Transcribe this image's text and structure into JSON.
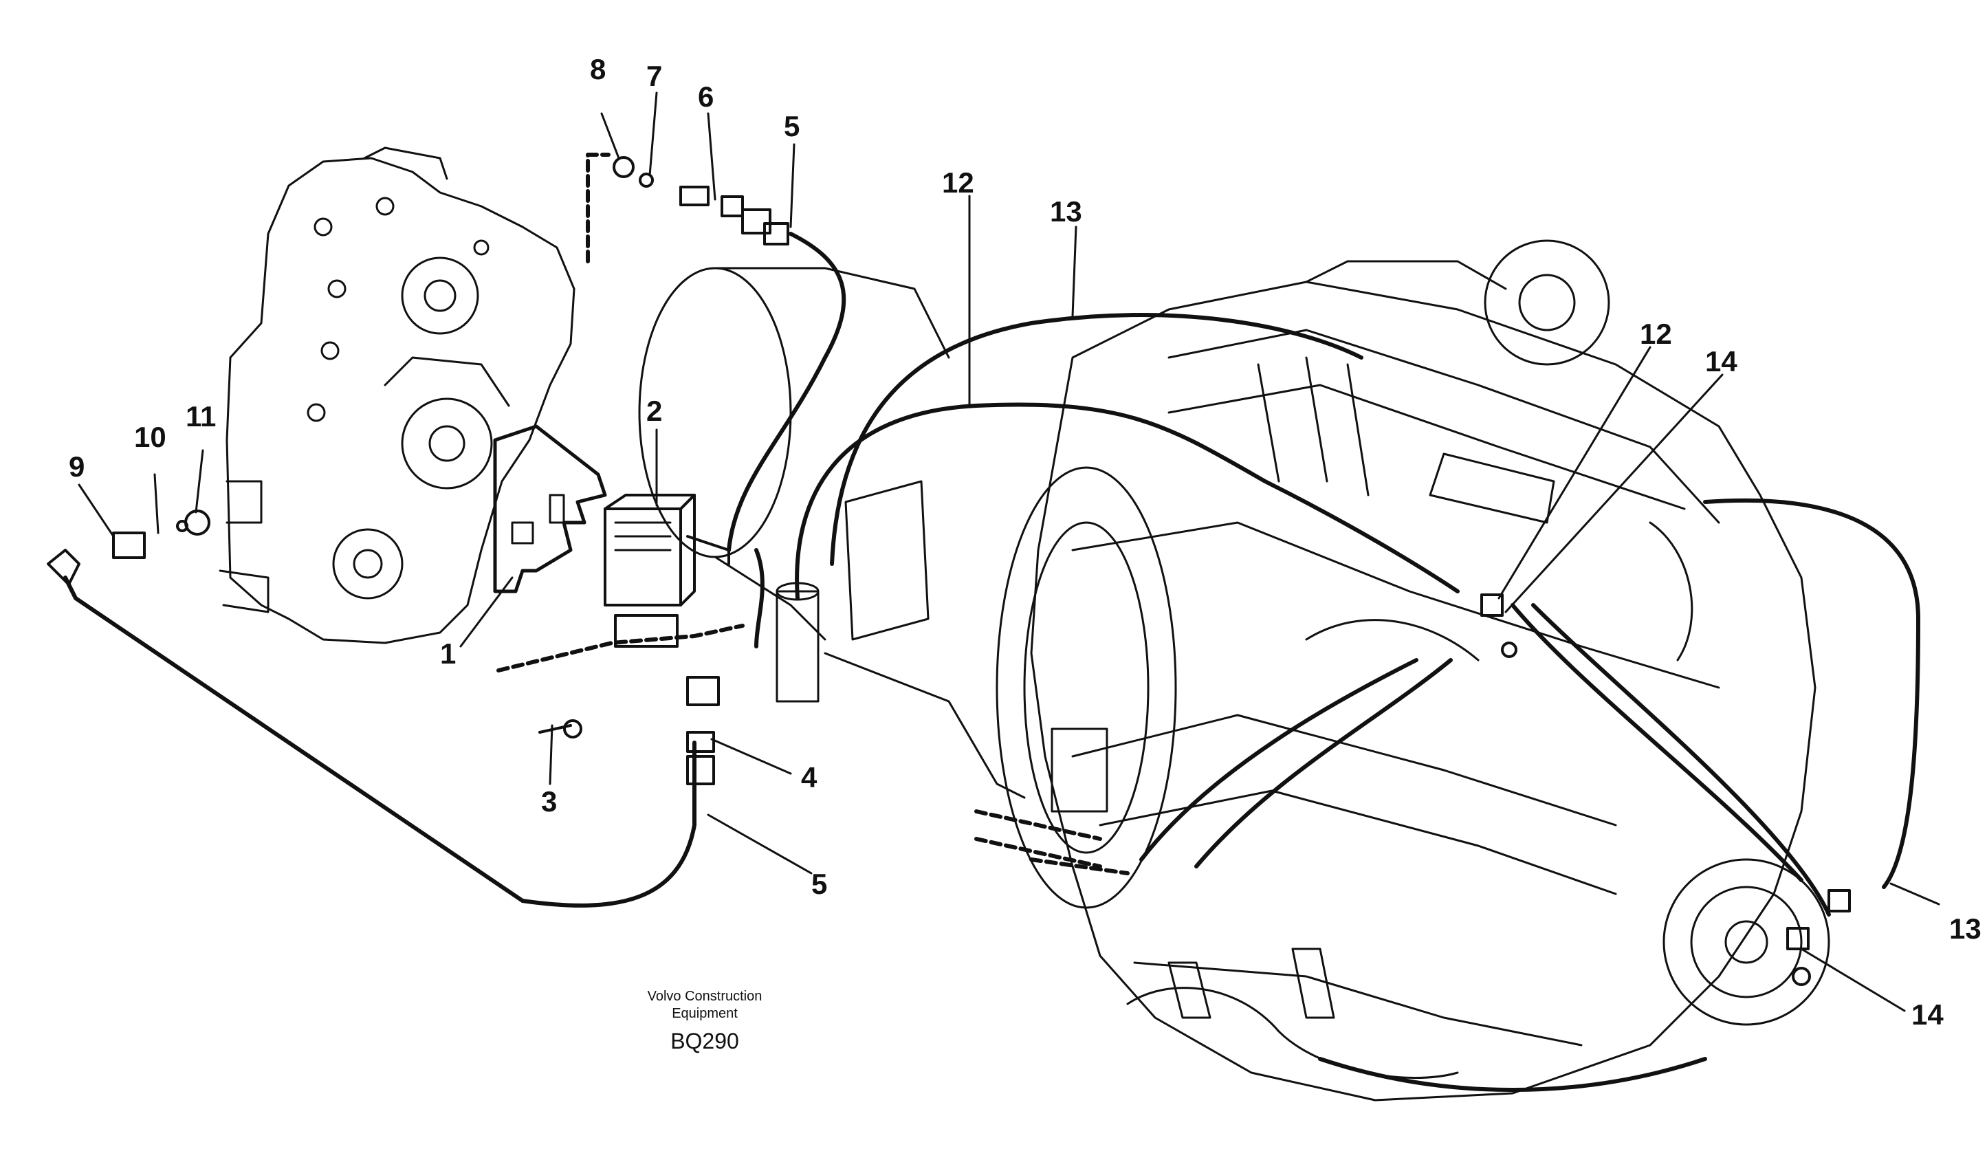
{
  "caption": {
    "line1": "Volvo Construction",
    "line2": "Equipment",
    "code": "BQ290"
  },
  "callouts": {
    "c1": "1",
    "c2": "2",
    "c3": "3",
    "c4": "4",
    "c5a": "5",
    "c5b": "5",
    "c6": "6",
    "c7": "7",
    "c8": "8",
    "c9": "9",
    "c10": "10",
    "c11": "11",
    "c12a": "12",
    "c12b": "12",
    "c13a": "13",
    "c13b": "13",
    "c14a": "14",
    "c14b": "14"
  }
}
